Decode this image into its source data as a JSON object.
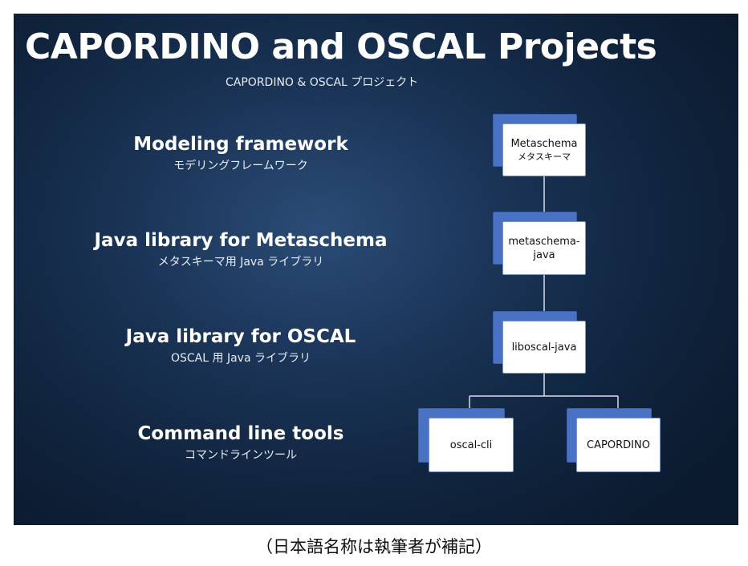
{
  "slide": {
    "title": "CAPORDINO and OSCAL Projects",
    "subtitle": "CAPORDINO & OSCAL プロジェクト"
  },
  "levels": [
    {
      "en": "Modeling framework",
      "ja": "モデリングフレームワーク"
    },
    {
      "en": "Java library for Metaschema",
      "ja": "メタスキーマ用 Java ライブラリ"
    },
    {
      "en": "Java library for OSCAL",
      "ja": "OSCAL 用 Java ライブラリ"
    },
    {
      "en": "Command line tools",
      "ja": "コマンドラインツール"
    }
  ],
  "nodes": {
    "metaschema": {
      "line1": "Metaschema",
      "line2": "メタスキーマ"
    },
    "metaschema_java": {
      "line1": "metaschema-",
      "line2": "java"
    },
    "liboscal_java": {
      "label": "liboscal-java"
    },
    "oscal_cli": {
      "label": "oscal-cli"
    },
    "capordino": {
      "label": "CAPORDINO"
    }
  },
  "colors": {
    "node_shadow": "#4a72c4",
    "node_face": "#ffffff",
    "connector": "#d8dde6"
  },
  "footnote": "（日本語名称は執筆者が補記）"
}
